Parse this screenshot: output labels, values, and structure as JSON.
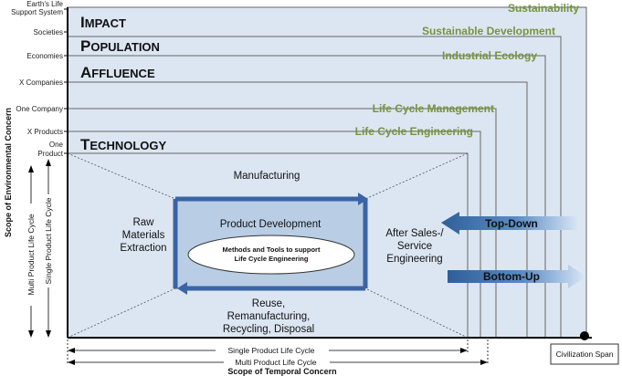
{
  "y_axis": {
    "title": "Scope of Environmental Concern",
    "levels": [
      "Earth's Life",
      "Support System",
      "Societies",
      "Economies",
      "X Companies",
      "One Company",
      "X Products",
      "One",
      "Product"
    ]
  },
  "x_axis": {
    "title": "Scope of Temporal Concern",
    "single": "Single Product Life Cycle",
    "multi": "Multi Product Life Cycle",
    "civ": "Civilization Span"
  },
  "vertical_spans": {
    "multi": "Multi Product Life Cycle",
    "single": "Single Product Life Cycle"
  },
  "drivers": [
    {
      "first": "I",
      "rest": "MPACT"
    },
    {
      "first": "P",
      "rest": "OPULATION"
    },
    {
      "first": "A",
      "rest": "FFLUENCE"
    },
    {
      "first": "T",
      "rest": "ECHNOLOGY"
    }
  ],
  "approaches": [
    "Sustainability",
    "Sustainable Development",
    "Industrial Ecology",
    "Life Cycle Management",
    "Life Cycle Engineering"
  ],
  "phases": {
    "manufacturing": "Manufacturing",
    "raw1": "Raw",
    "raw2": "Materials",
    "raw3": "Extraction",
    "after1": "After Sales-/",
    "after2": "Service",
    "after3": "Engineering",
    "reuse1": "Reuse,",
    "reuse2": "Remanufacturing,",
    "reuse3": "Recycling, Disposal",
    "pd": "Product Development",
    "mt1": "Methods and Tools to support",
    "mt2": "Life Cycle Engineering"
  },
  "arrows": {
    "top_down": "Top-Down",
    "bottom_up": "Bottom-Up"
  },
  "colors": {
    "green": "#77933c",
    "box_fill": "#dce6f2",
    "arrow_blue": "#2e5f98",
    "frame_blue": "#3a64a4"
  }
}
